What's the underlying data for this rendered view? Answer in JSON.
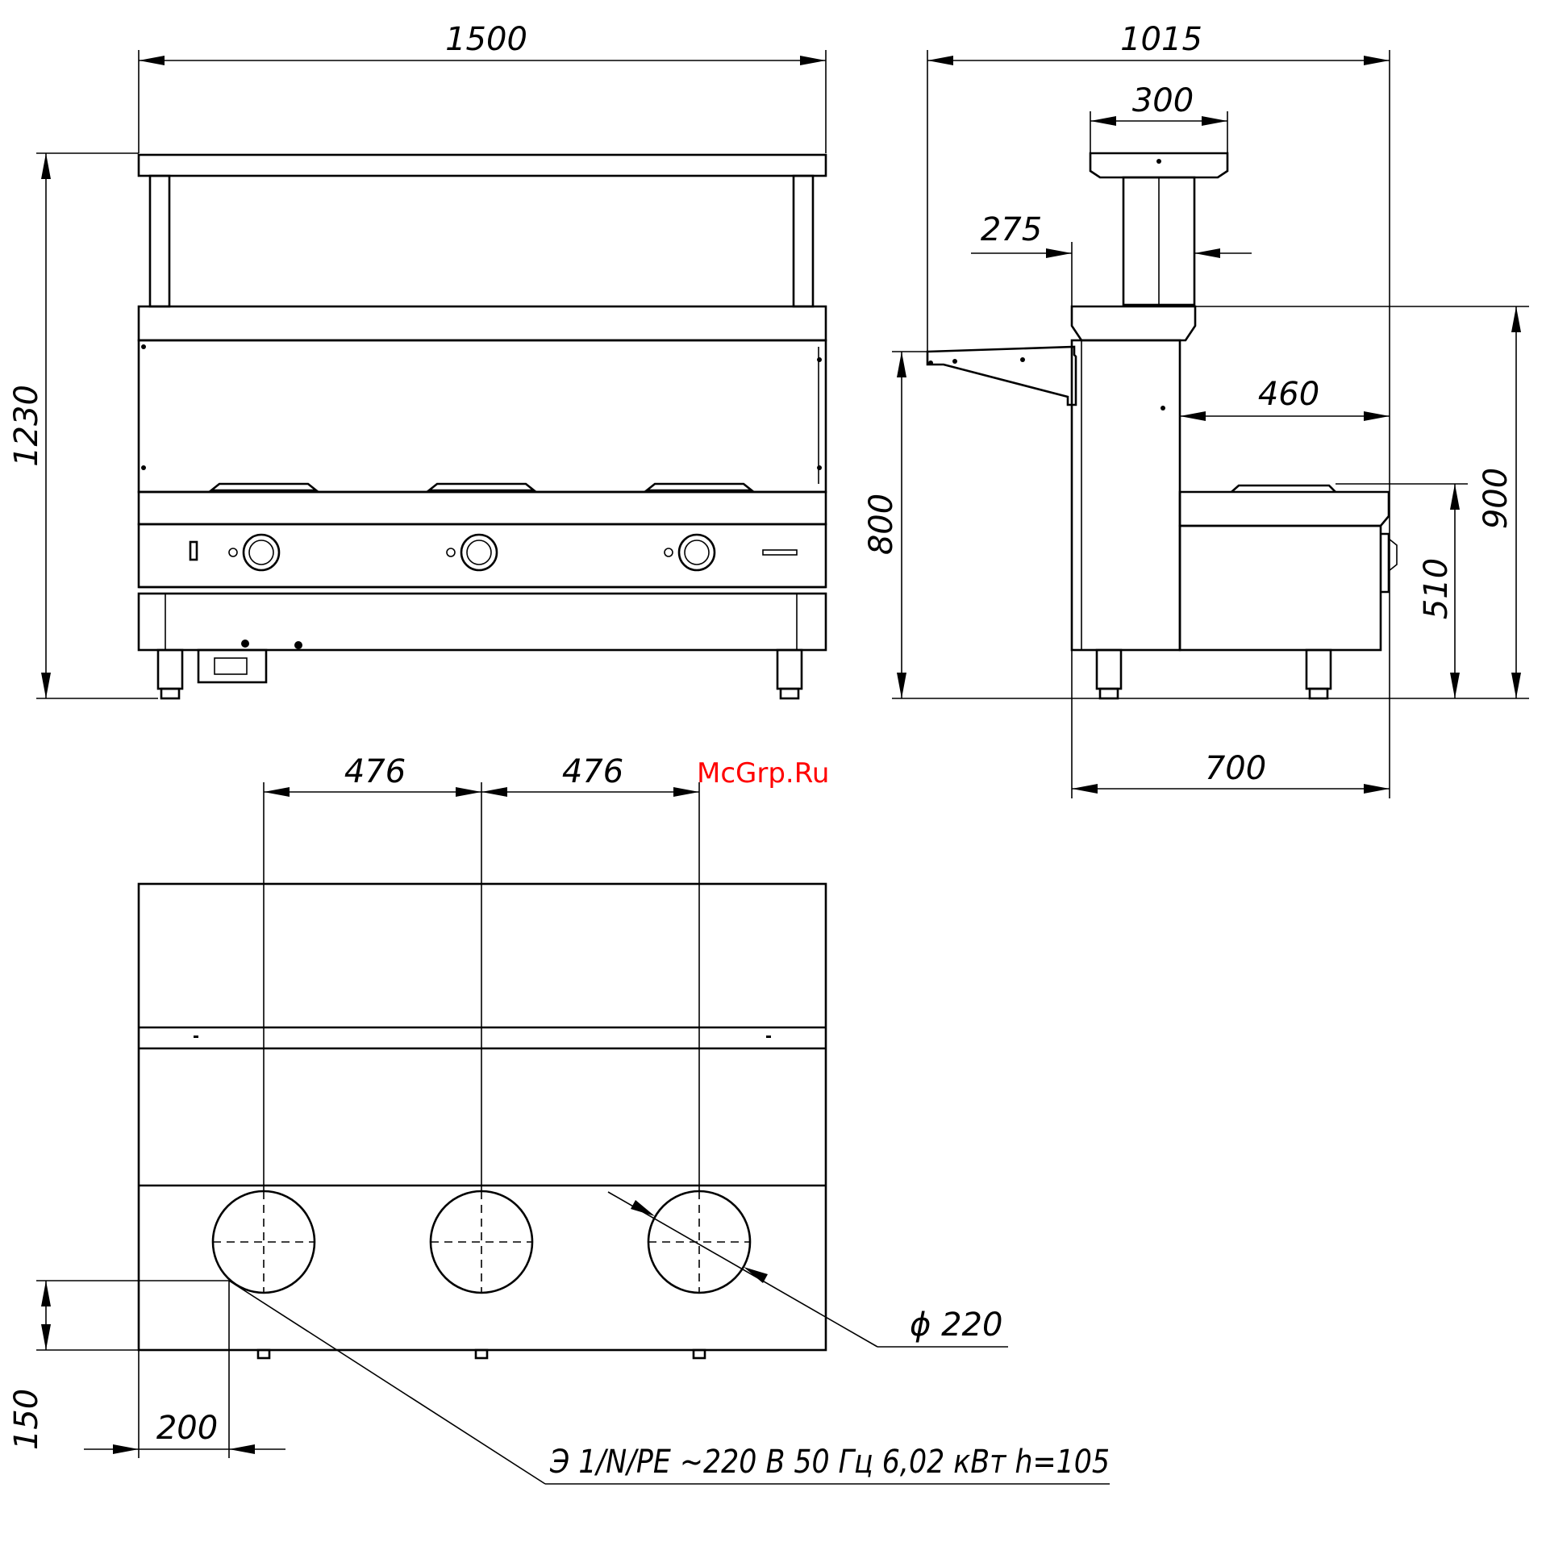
{
  "watermark": "McGrp.Ru",
  "front_view": {
    "width_dim": "1500",
    "height_dim": "1230"
  },
  "side_view": {
    "depth_dim": "1015",
    "shelf_width_dim": "300",
    "post_offset_dim": "275",
    "rear_dim": "460",
    "height_900_dim": "900",
    "height_800_dim": "800",
    "height_510_dim": "510",
    "base_depth_dim": "700"
  },
  "top_view": {
    "spacing_1_dim": "476",
    "spacing_2_dim": "476",
    "diameter_dim": "ϕ 220",
    "edge_offset_dim": "200",
    "front_offset_dim": "150",
    "electrical_note": "Э 1/N/PE ~220 В 50 Гц 6,02 кВт h=105"
  }
}
